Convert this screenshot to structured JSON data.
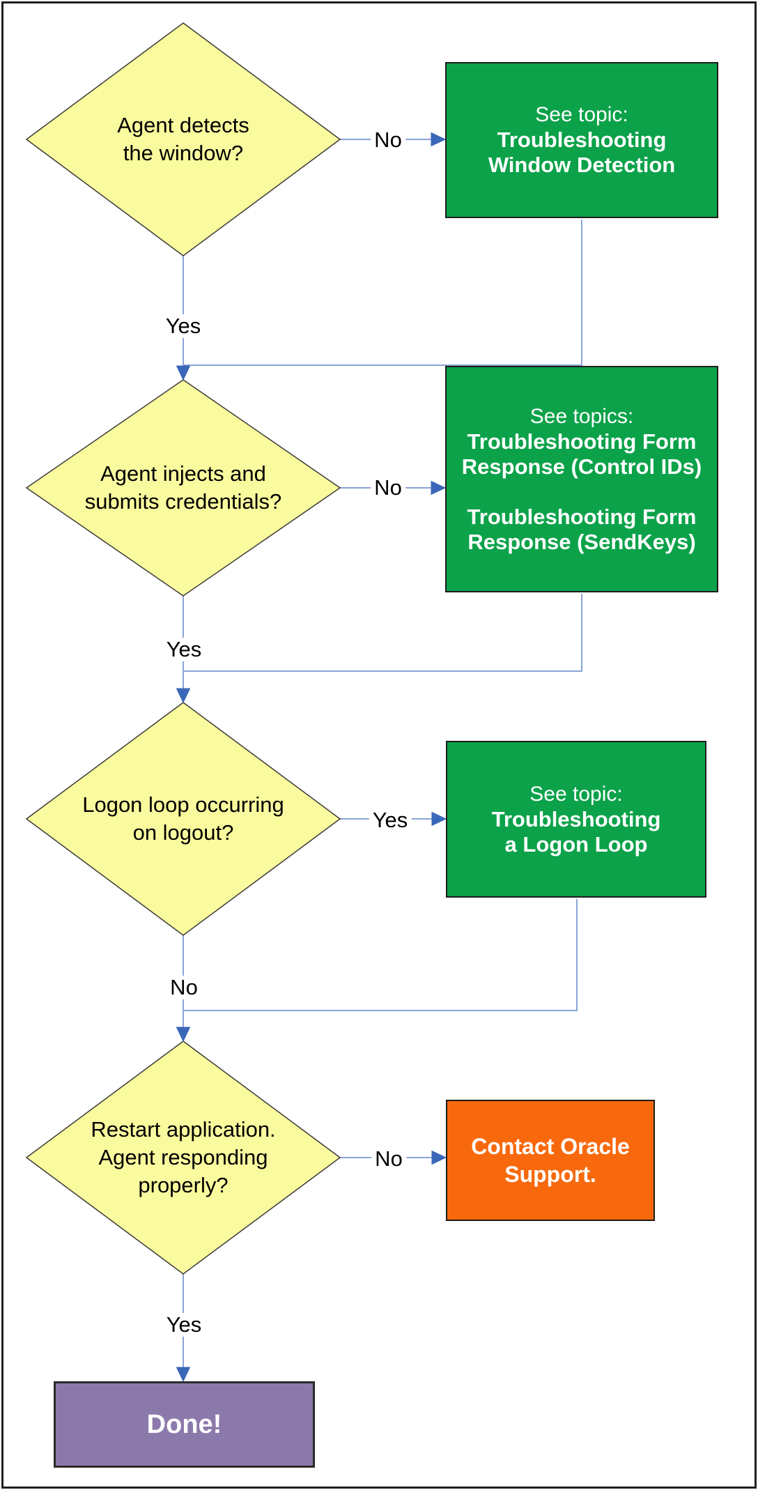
{
  "flowchart": {
    "decisions": [
      {
        "id": "d1",
        "label": "Agent detects\nthe window?"
      },
      {
        "id": "d2",
        "label": "Agent injects and\nsubmits credentials?"
      },
      {
        "id": "d3",
        "label": "Logon loop occurring\non logout?"
      },
      {
        "id": "d4",
        "label": "Restart application.\nAgent responding\nproperly?"
      }
    ],
    "topic_boxes": [
      {
        "id": "g1",
        "intro": "See topic:",
        "topics": [
          "Troubleshooting\nWindow Detection"
        ]
      },
      {
        "id": "g2",
        "intro": "See topics:",
        "topics": [
          "Troubleshooting Form\nResponse (Control IDs)",
          "Troubleshooting Form\nResponse (SendKeys)"
        ]
      },
      {
        "id": "g3",
        "intro": "See topic:",
        "topics": [
          "Troubleshooting\na Logon Loop"
        ]
      }
    ],
    "action_box": {
      "label": "Contact Oracle\nSupport."
    },
    "terminal_box": {
      "label": "Done!"
    },
    "edge_labels": {
      "d1_no": "No",
      "d1_yes": "Yes",
      "d2_no": "No",
      "d2_yes": "Yes",
      "d3_yes": "Yes",
      "d3_no": "No",
      "d4_no": "No",
      "d4_yes": "Yes"
    },
    "colors": {
      "decision_fill": "#FAFA9E",
      "topic_fill": "#0CA24A",
      "action_fill": "#F8690D",
      "terminal_fill": "#8C79AB",
      "connector": "#88A4D4",
      "arrowhead": "#3A67B7",
      "text_on_fill": "#FFFFFF"
    }
  }
}
